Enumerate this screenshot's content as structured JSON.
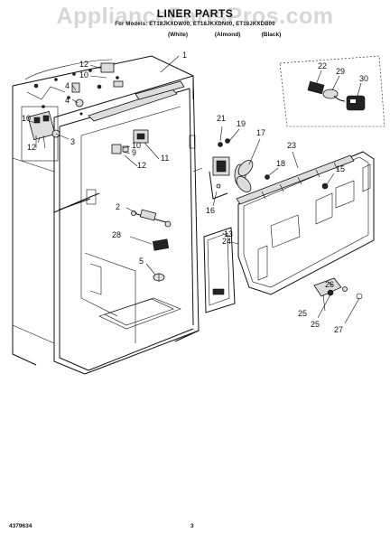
{
  "header": {
    "watermark": "AppliancePartsPros.com",
    "title": "LINER PARTS",
    "models": "For Models: ET18JKXDW00, ET18JKXDN00, ET18JKXDB00",
    "variants": [
      "(White)",
      "(Almond)",
      "(Black)"
    ]
  },
  "callouts": {
    "c1": "1",
    "c2": "2",
    "c3": "3",
    "c4": "4",
    "c5": "5",
    "c9": "9",
    "c10": "10",
    "c11": "11",
    "c12a": "12",
    "c12b": "12",
    "c12c": "12",
    "c10b": "10",
    "c4b": "4",
    "c13": "13",
    "c15": "15",
    "c16": "16",
    "c17": "17",
    "c18": "18",
    "c19": "19",
    "c21": "21",
    "c22": "22",
    "c23": "23",
    "c24": "24",
    "c25a": "25",
    "c25b": "25",
    "c26": "26",
    "c27": "27",
    "c28": "28",
    "c29": "29",
    "c30": "30"
  },
  "footer": {
    "part_number": "4379634",
    "page_number": "3"
  }
}
